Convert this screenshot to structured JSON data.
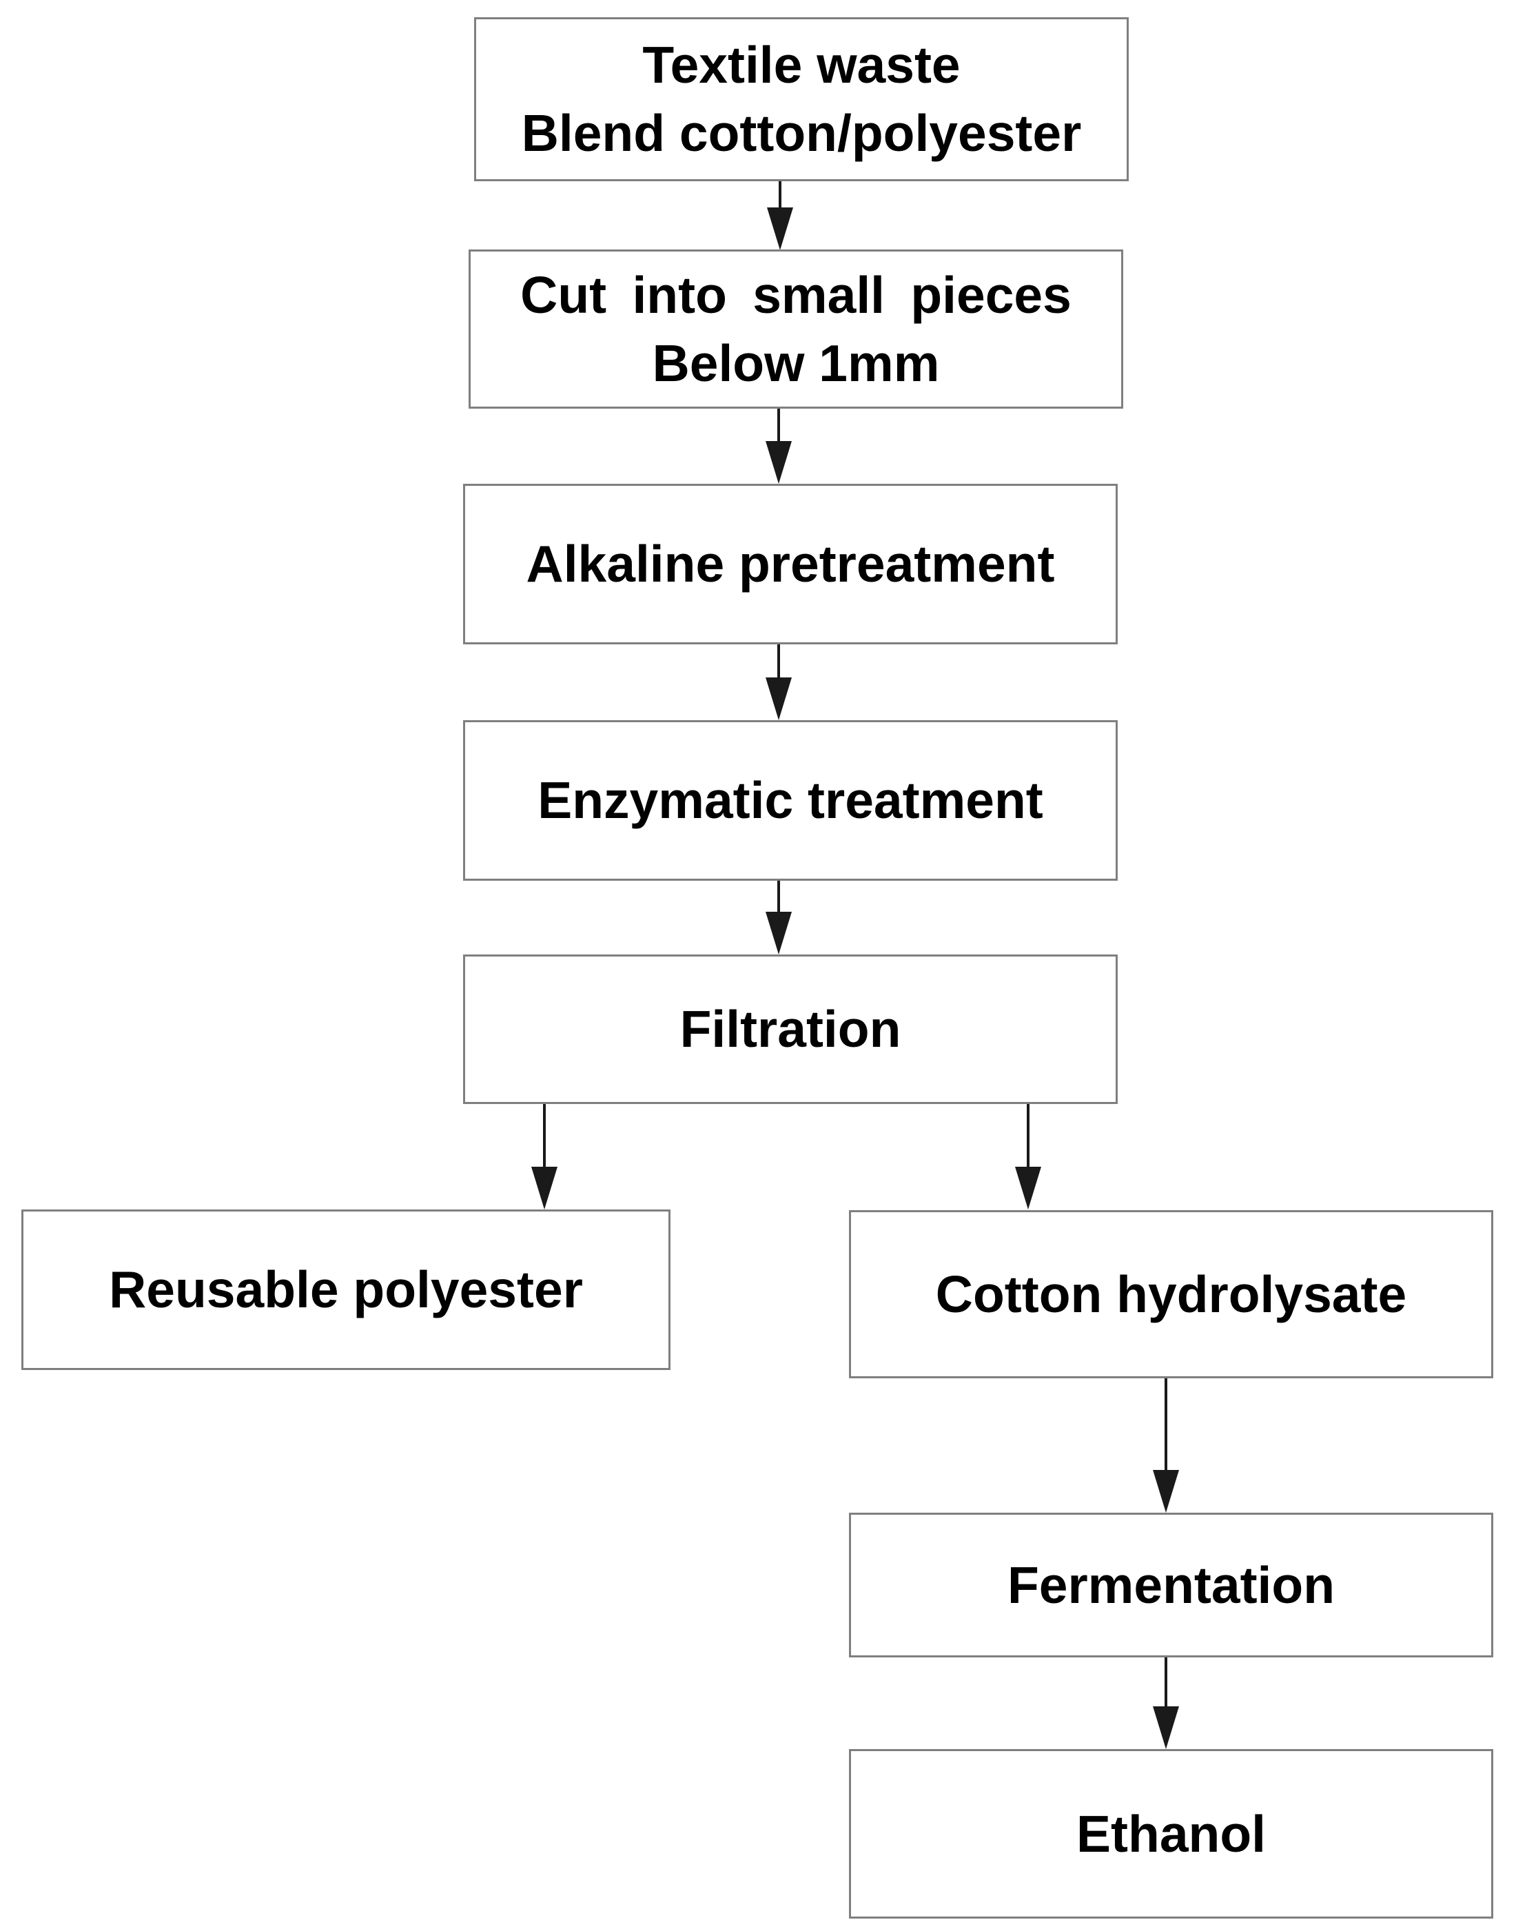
{
  "diagram": {
    "type": "flowchart",
    "nodes": {
      "textile_waste": {
        "line1": "Textile waste",
        "line2": "Blend cotton/polyester"
      },
      "cut_pieces": {
        "line1": "Cut into small pieces",
        "line2": "Below 1mm"
      },
      "alkaline": {
        "label": "Alkaline pretreatment"
      },
      "enzymatic": {
        "label": "Enzymatic treatment"
      },
      "filtration": {
        "label": "Filtration"
      },
      "reusable_polyester": {
        "label": "Reusable polyester"
      },
      "cotton_hydrolysate": {
        "label": "Cotton hydrolysate"
      },
      "fermentation": {
        "label": "Fermentation"
      },
      "ethanol": {
        "label": "Ethanol"
      }
    },
    "edges": [
      {
        "from": "textile_waste",
        "to": "cut_pieces"
      },
      {
        "from": "cut_pieces",
        "to": "alkaline"
      },
      {
        "from": "alkaline",
        "to": "enzymatic"
      },
      {
        "from": "enzymatic",
        "to": "filtration"
      },
      {
        "from": "filtration",
        "to": "reusable_polyester"
      },
      {
        "from": "filtration",
        "to": "cotton_hydrolysate"
      },
      {
        "from": "cotton_hydrolysate",
        "to": "fermentation"
      },
      {
        "from": "fermentation",
        "to": "ethanol"
      }
    ],
    "colors": {
      "background": "#ffffff",
      "box_fill": "#ffffff",
      "box_border": "#7f7f7f",
      "text": "#000000",
      "arrow": "#1a1a1a"
    }
  }
}
